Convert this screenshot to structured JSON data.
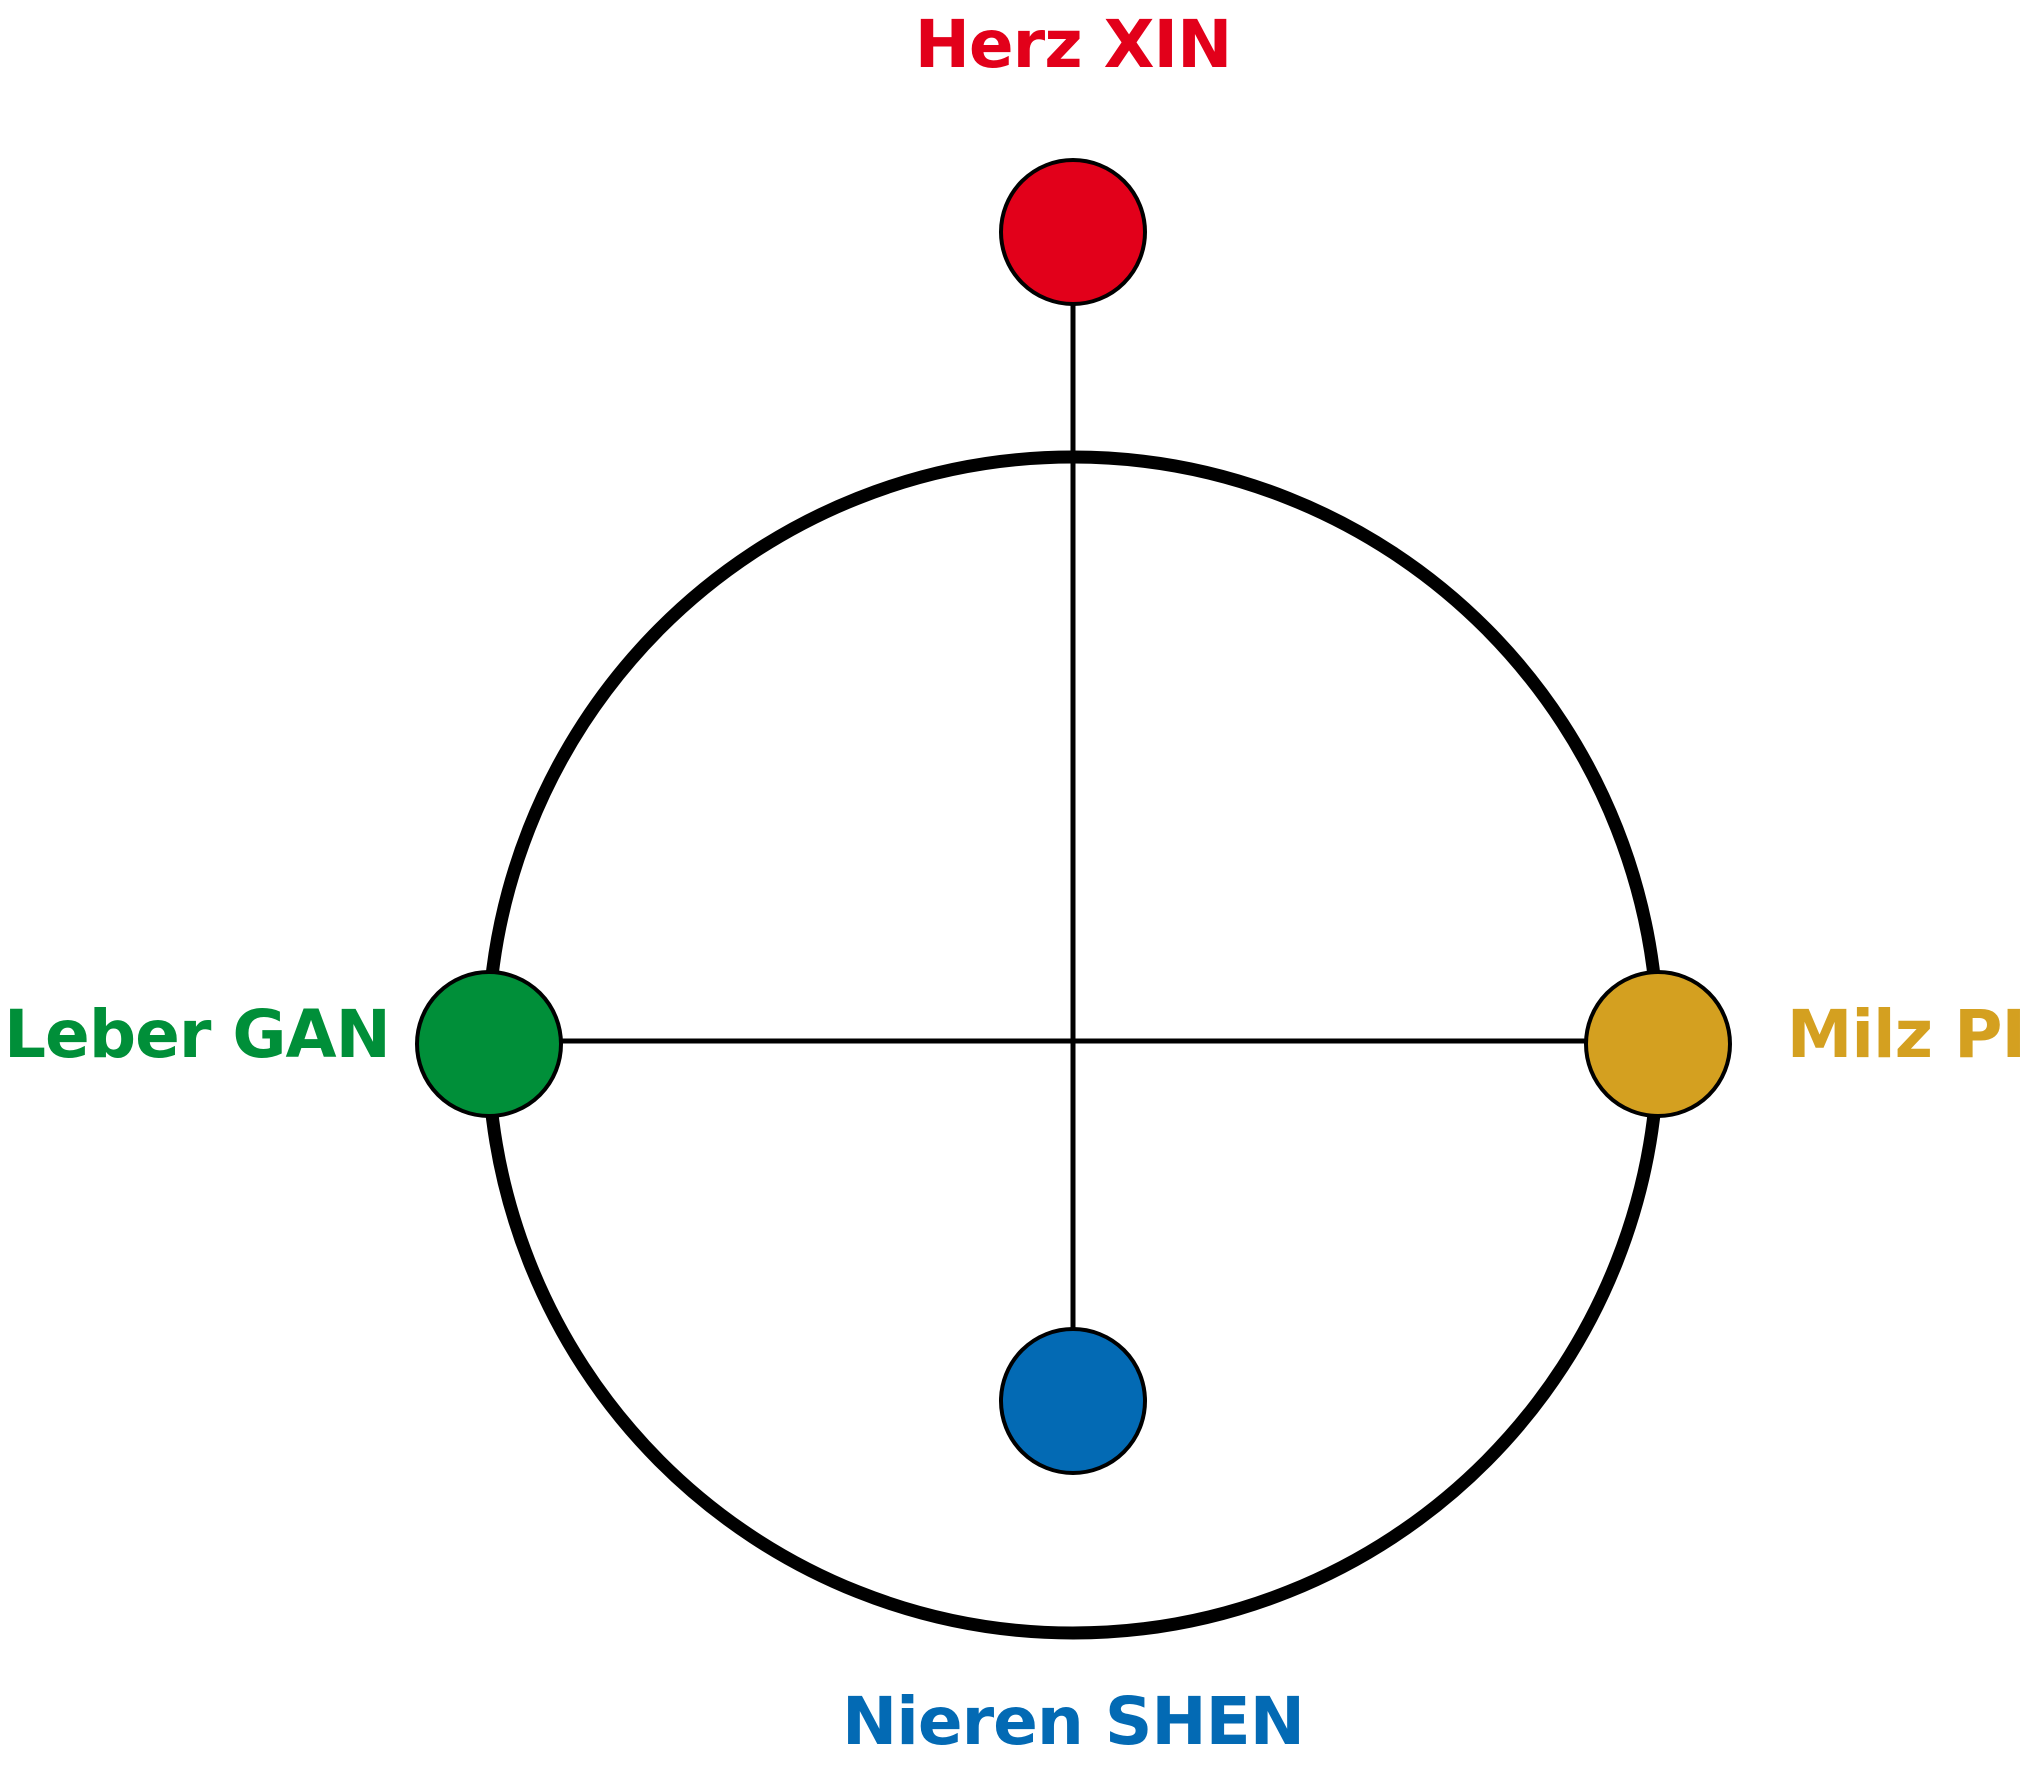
{
  "diagram": {
    "nodes": {
      "top": {
        "label": "Herz XIN",
        "color": "#E2001A"
      },
      "left": {
        "label": "Leber GAN",
        "color": "#008F39"
      },
      "right": {
        "label": "Milz PI",
        "color": "#D4A020"
      },
      "bottom": {
        "label": "Nieren SHEN",
        "color": "#036AB4"
      }
    },
    "stroke_color": "#000000"
  }
}
